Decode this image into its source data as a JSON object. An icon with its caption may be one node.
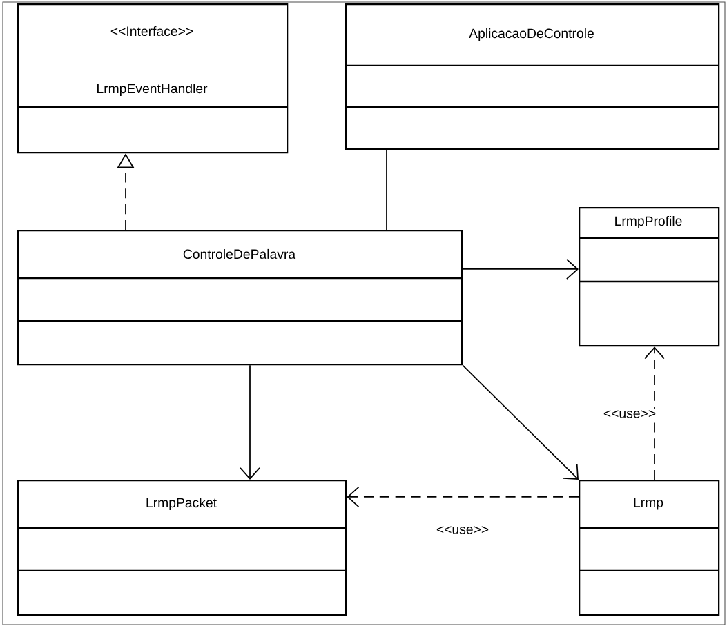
{
  "diagram": {
    "nodes": [
      {
        "text": [
          "<<Interface>>",
          "LrmpEventHandler"
        ]
      },
      {
        "text": [
          "AplicacaoDeControle"
        ]
      },
      {
        "text": [
          "ControleDePalavra"
        ]
      },
      {
        "text": [
          "LrmpProfile"
        ]
      },
      {
        "text": [
          "LrmpPacket"
        ]
      },
      {
        "text": [
          "Lrmp"
        ]
      }
    ],
    "edges": [
      {
        "from": 2,
        "to": 0,
        "arrow": "to",
        "style": "dashed"
      },
      {
        "from": 1,
        "to": 2,
        "arrow": "none"
      },
      {
        "from": 2,
        "to": 3,
        "arrow": "to"
      },
      {
        "from": 2,
        "to": 4,
        "arrow": "to"
      },
      {
        "from": 2,
        "to": 5,
        "arrow": "to"
      },
      {
        "from": 5,
        "to": 3,
        "arrow": "to",
        "style": "dashed",
        "label": "<<use>>"
      },
      {
        "from": 5,
        "to": 4,
        "arrow": "to",
        "style": "dashed",
        "label": "<<use>>"
      }
    ]
  }
}
